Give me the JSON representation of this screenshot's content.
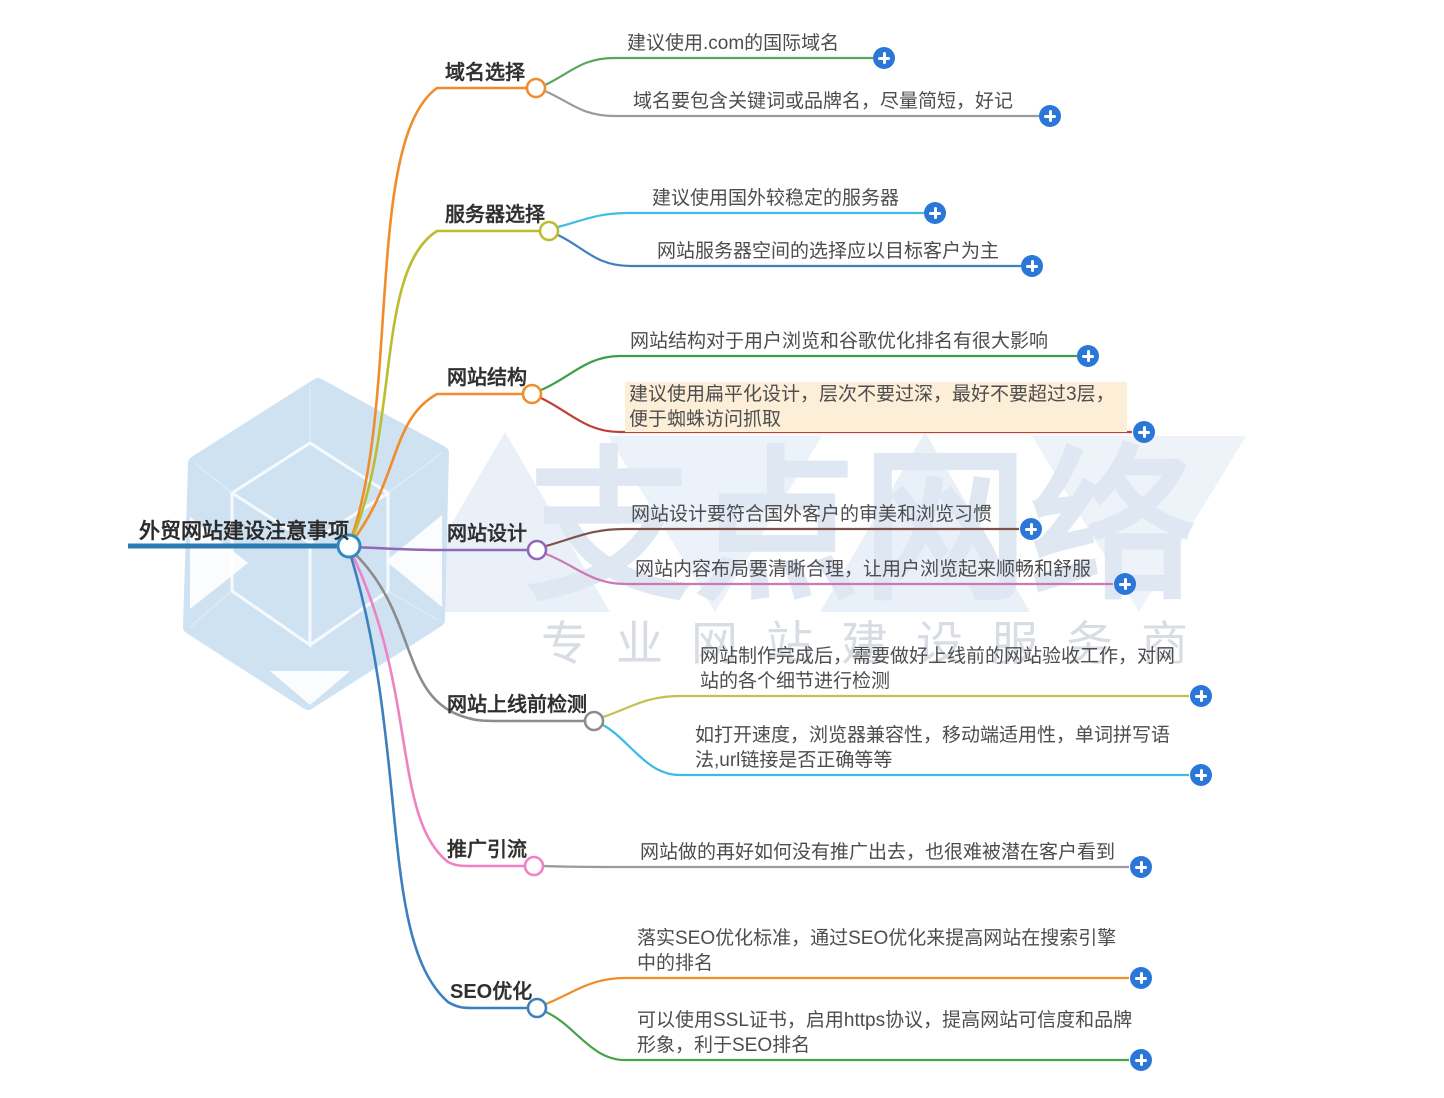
{
  "root": {
    "label": "外贸网站建设注意事项"
  },
  "watermark": {
    "brand": "支点网络",
    "tagline": "专业网站建设服务商",
    "logo": "hexagon-cube-logo"
  },
  "icons": {
    "add_child": "plus-icon"
  },
  "colors": {
    "root_line": "#2c7cb3",
    "root_node_border": "#3188c2",
    "node_fill": "#ffffff",
    "plus_button": "#2b77d9",
    "highlight_bg": "#fdeed8",
    "watermark_brand": "#dee7f2",
    "watermark_tagline": "#d8dde3",
    "watermark_logo": "#cfe2f2"
  },
  "branches": [
    {
      "label": "域名选择",
      "color": "#f08c2a",
      "leaves": [
        {
          "text": "建议使用.com的国际域名",
          "color": "#57a85b"
        },
        {
          "text": "域名要包含关键词或品牌名，尽量简短，好记",
          "color": "#9a9a9a"
        }
      ]
    },
    {
      "label": "服务器选择",
      "color": "#bcbc2f",
      "leaves": [
        {
          "text": "建议使用国外较稳定的服务器",
          "color": "#41bde4"
        },
        {
          "text": "网站服务器空间的选择应以目标客户为主",
          "color": "#3e7fc1"
        }
      ]
    },
    {
      "label": "网站结构",
      "color": "#f08c2a",
      "leaves": [
        {
          "text": "网站结构对于用户浏览和谷歌优化排名有很大影响",
          "color": "#3f9e47"
        },
        {
          "text": "建议使用扁平化设计，层次不要过深，最好不要超过3层，便于蜘蛛访问抓取",
          "color": "#bf4136"
        }
      ]
    },
    {
      "label": "网站设计",
      "color": "#9068b8",
      "leaves": [
        {
          "text": "网站设计要符合国外客户的审美和浏览习惯",
          "color": "#7c524a"
        },
        {
          "text": "网站内容布局要清晰合理，让用户浏览起来顺畅和舒服",
          "color": "#cc79b2"
        }
      ]
    },
    {
      "label": "网站上线前检测",
      "color": "#8c8c8c",
      "leaves": [
        {
          "text": "网站制作完成后，需要做好上线前的网站验收工作，对网站的各个细节进行检测",
          "color": "#c2c14f"
        },
        {
          "text": "如打开速度，浏览器兼容性，移动端适用性，单词拼写语法,url链接是否正确等等",
          "color": "#3eb9e6"
        }
      ]
    },
    {
      "label": "推广引流",
      "color": "#ee82c3",
      "leaves": [
        {
          "text": "网站做的再好如何没有推广出去，也很难被潜在客户看到",
          "color": "#9a9a9a"
        }
      ]
    },
    {
      "label": "SEO优化",
      "color": "#3c7fc0",
      "leaves": [
        {
          "text": "落实SEO优化标准，通过SEO优化来提高网站在搜索引擎中的排名",
          "color": "#f08c2a"
        },
        {
          "text": "可以使用SSL证书，启用https协议，提高网站可信度和品牌形象，利于SEO排名",
          "color": "#46a347"
        }
      ]
    }
  ]
}
